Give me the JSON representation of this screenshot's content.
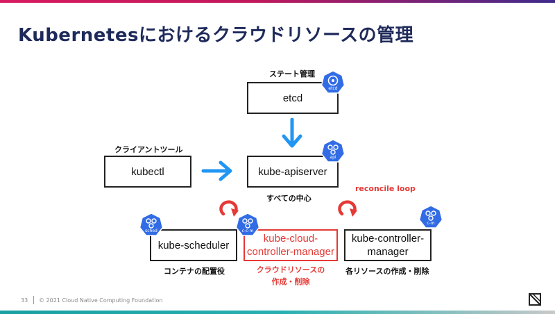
{
  "title": "Kubernetesにおけるクラウドリソースの管理",
  "labels": {
    "state_management": "ステート管理",
    "client_tool": "クライアントツール",
    "center_of_everything": "すべての中心",
    "reconcile_loop": "reconcile loop",
    "container_placement": "コンテナの配置役",
    "cloud_resource_line1": "クラウドリソースの",
    "cloud_resource_line2": "作成・削除",
    "each_resource": "各リソースの作成・削除"
  },
  "boxes": {
    "etcd": "etcd",
    "kubectl": "kubectl",
    "apiserver": "kube-apiserver",
    "scheduler": "kube-scheduler",
    "ccm_line1": "kube-cloud-",
    "ccm_line2": "controller-manager",
    "kcm_line1": "kube-controller-",
    "kcm_line2": "manager"
  },
  "badges": {
    "etcd": "etcd",
    "api": "api",
    "sched": "sched",
    "ccm": "c-c-m",
    "cm": "c-m"
  },
  "footer": {
    "page_number": "33",
    "copyright": "© 2021 Cloud Native Computing Foundation"
  },
  "colors": {
    "title": "#1e2a5a",
    "accent_red": "#e53935",
    "arrow_blue": "#2196f3",
    "badge_blue": "#326ce5"
  }
}
